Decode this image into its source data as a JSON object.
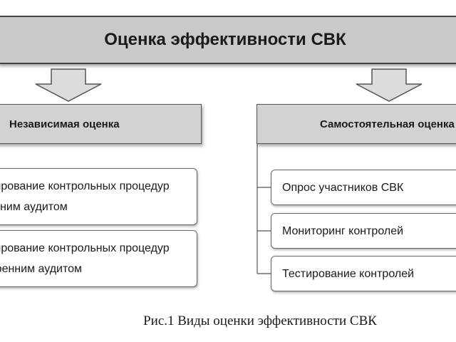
{
  "title": "Оценка эффективности СВК",
  "left_branch": {
    "header": "Независимая оценка",
    "items": [
      {
        "line1": "тестирование контрольных процедур",
        "line2": "внешним аудитом"
      },
      {
        "line1": "тестирование контрольных процедур",
        "line2": "внутренним аудитом"
      }
    ]
  },
  "right_branch": {
    "header": "Самостоятельная оценка",
    "items": [
      "Опрос участников СВК",
      "Мониторинг контролей",
      "Тестирование контролей"
    ]
  },
  "caption": "Рис.1 Виды оценки эффективности СВК",
  "colors": {
    "title_fill": "#c9c9c9",
    "header_fill": "#d2d2d2",
    "arrow_fill": "#dcdcdc",
    "border": "#444444"
  }
}
